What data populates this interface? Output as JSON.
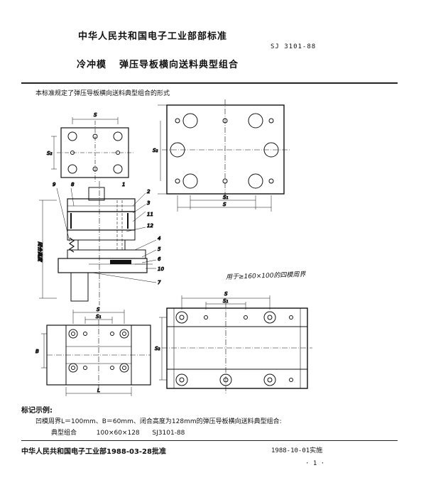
{
  "header": {
    "organization": "中华人民共和国电子工业部部标准",
    "standard_code": "SJ 3101-88",
    "title_prefix": "冷冲模",
    "title": "弹压导板横向送料典型组合"
  },
  "intro": "本标准规定了弹压导板横向送料典型组合的形式",
  "drawing": {
    "note": "用于≥160×100的四模周界",
    "dim_labels": {
      "s": "S",
      "s1": "S₁",
      "s2": "S₂",
      "l": "L",
      "b": "B"
    },
    "part_numbers": [
      "1",
      "2",
      "3",
      "11",
      "12",
      "4",
      "5",
      "6",
      "10",
      "7",
      "9",
      "8"
    ],
    "side_label": "闭合高度"
  },
  "marking": {
    "heading": "标记示例:",
    "example_text": "凹模周界L＝100mm、B＝60mm、闭合高度为128mm的弹压导板横向送料典型组合:",
    "example_name": "典型组合",
    "example_dims": "100×60×128",
    "example_code": "SJ3101-88"
  },
  "footer": {
    "approval": "中华人民共和国电子工业部1988-03-28批准",
    "effective": "1988-10-01实施",
    "page_number": "· 1 ·"
  }
}
